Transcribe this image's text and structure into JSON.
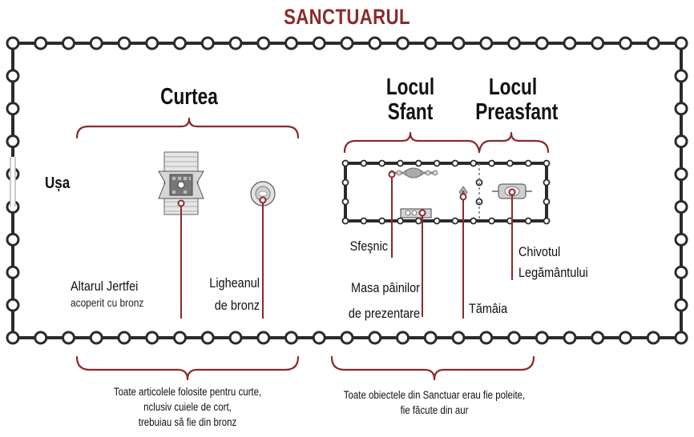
{
  "title": "SANCTUARUL",
  "sections": {
    "court": "Curtea",
    "holy_place": [
      "Locul",
      "Sfant"
    ],
    "most_holy_place": [
      "Locul",
      "Preasfant"
    ]
  },
  "door": "Ușa",
  "items": {
    "lampstand": "Sfeşnic",
    "table_lines": [
      "Masa pâinilor",
      "de prezentare"
    ],
    "incense": "Tămâia",
    "ark_lines": [
      "Chivotul",
      "Legământului"
    ],
    "altar": "Altarul Jertfei",
    "altar_note": "acoperit cu bronz",
    "laver_lines": [
      "Ligheanul",
      "de bronz"
    ]
  },
  "captions": {
    "bronze": [
      "Toate articolele folosite pentru curte,",
      "nclusiv cuiele de cort,",
      "trebuiau să fie din bronz"
    ],
    "gold": [
      "Toate obiectele din Sanctuar erau fie poleite,",
      "fie făcute din aur"
    ]
  },
  "colors": {
    "accent": "#8b2a2a",
    "fence": "#2b2b2b",
    "text": "#111111"
  }
}
